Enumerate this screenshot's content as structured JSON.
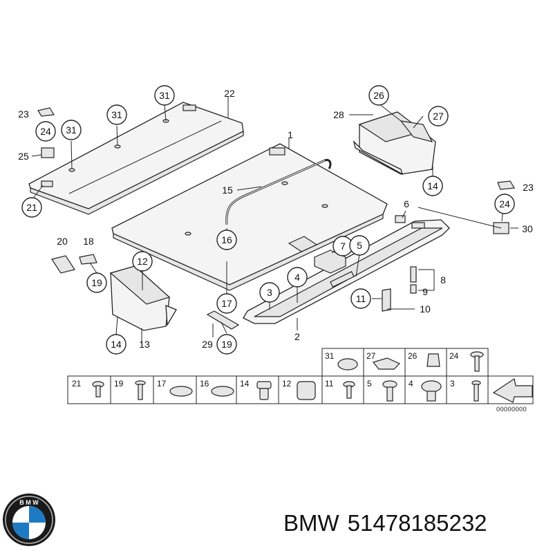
{
  "callouts": [
    {
      "id": "c31a",
      "text": "31"
    },
    {
      "id": "c22",
      "text": "22"
    },
    {
      "id": "c23a",
      "text": "23"
    },
    {
      "id": "c31b",
      "text": "31"
    },
    {
      "id": "c24a",
      "text": "24"
    },
    {
      "id": "c31c",
      "text": "31"
    },
    {
      "id": "c25",
      "text": "25"
    },
    {
      "id": "c21",
      "text": "21"
    },
    {
      "id": "c1",
      "text": "1"
    },
    {
      "id": "c15",
      "text": "15"
    },
    {
      "id": "c16",
      "text": "16"
    },
    {
      "id": "c17",
      "text": "17"
    },
    {
      "id": "c26",
      "text": "26"
    },
    {
      "id": "c27",
      "text": "27"
    },
    {
      "id": "c28",
      "text": "28"
    },
    {
      "id": "c14a",
      "text": "14"
    },
    {
      "id": "c23b",
      "text": "23"
    },
    {
      "id": "c24b",
      "text": "24"
    },
    {
      "id": "c30",
      "text": "30"
    },
    {
      "id": "c6",
      "text": "6"
    },
    {
      "id": "c7",
      "text": "7"
    },
    {
      "id": "c5",
      "text": "5"
    },
    {
      "id": "c8",
      "text": "8"
    },
    {
      "id": "c9",
      "text": "9"
    },
    {
      "id": "c10",
      "text": "10"
    },
    {
      "id": "c11",
      "text": "11"
    },
    {
      "id": "c3",
      "text": "3"
    },
    {
      "id": "c4",
      "text": "4"
    },
    {
      "id": "c2",
      "text": "2"
    },
    {
      "id": "c20",
      "text": "20"
    },
    {
      "id": "c18",
      "text": "18"
    },
    {
      "id": "c19a",
      "text": "19"
    },
    {
      "id": "c12",
      "text": "12"
    },
    {
      "id": "c14b",
      "text": "14"
    },
    {
      "id": "c13",
      "text": "13"
    },
    {
      "id": "c29",
      "text": "29"
    },
    {
      "id": "c19b",
      "text": "19"
    }
  ],
  "legend_top": [
    "31",
    "27",
    "26",
    "24"
  ],
  "legend_bottom": [
    "21",
    "19",
    "17",
    "16",
    "14",
    "12",
    "11",
    "5",
    "4",
    "3"
  ],
  "drawing_number": "00000000",
  "brand": "BMW",
  "part_number": "51478185232",
  "colors": {
    "line": "#222222",
    "fill": "#f4f4f4"
  }
}
